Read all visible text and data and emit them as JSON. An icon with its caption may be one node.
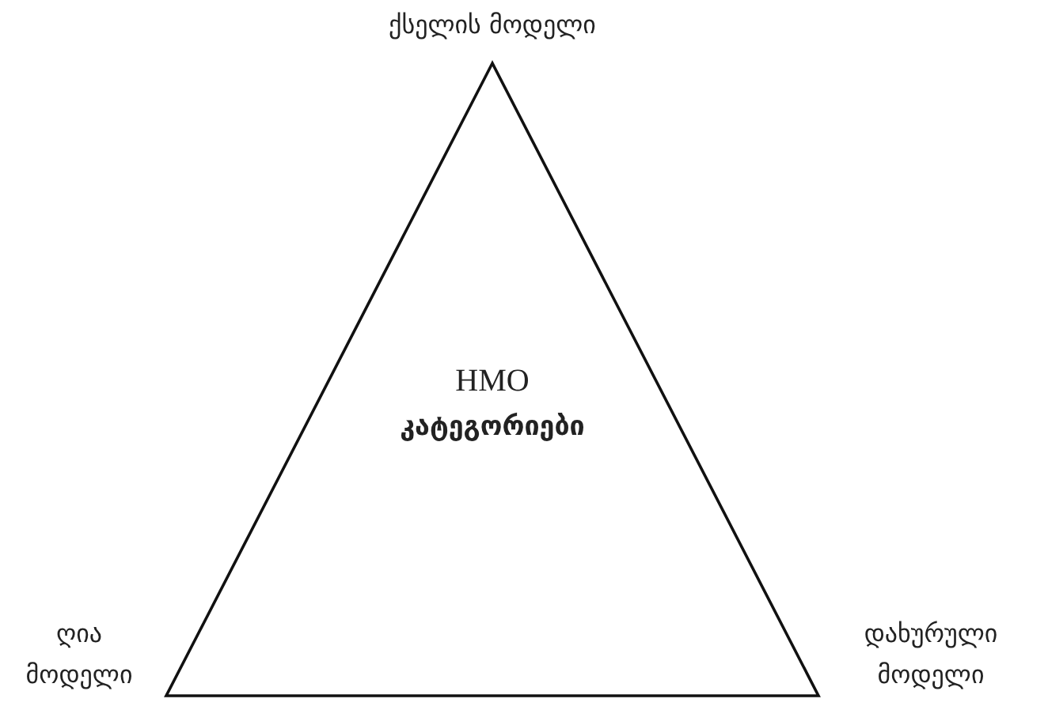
{
  "diagram": {
    "nodes": [
      {
        "text": [
          "HMO",
          "კატეგორიები"
        ],
        "beside": [
          "ქსელის მოდელი",
          "ღია მოდელი",
          "დახურული მოდელი"
        ]
      }
    ]
  }
}
